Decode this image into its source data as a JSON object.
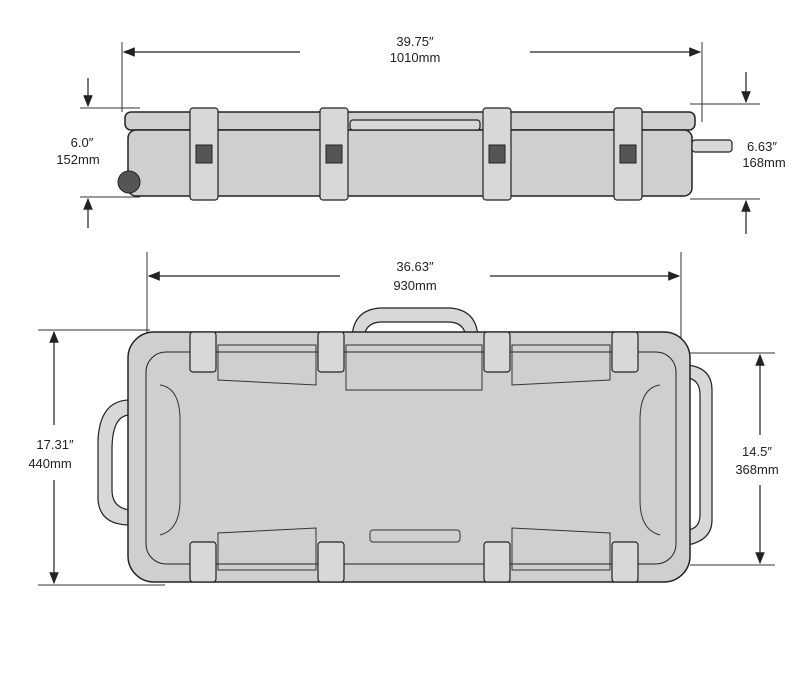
{
  "side_view": {
    "length": {
      "in": "39.75″",
      "mm": "1010mm"
    },
    "height_left": {
      "in": "6.0″",
      "mm": "152mm"
    },
    "height_right": {
      "in": "6.63″",
      "mm": "168mm"
    }
  },
  "top_view": {
    "length": {
      "in": "36.63″",
      "mm": "930mm"
    },
    "width_total": {
      "in": "17.31″",
      "mm": "440mm"
    },
    "width_body": {
      "in": "14.5″",
      "mm": "368mm"
    }
  },
  "colors": {
    "case_fill": "#cfcfcf",
    "line": "#222222"
  }
}
